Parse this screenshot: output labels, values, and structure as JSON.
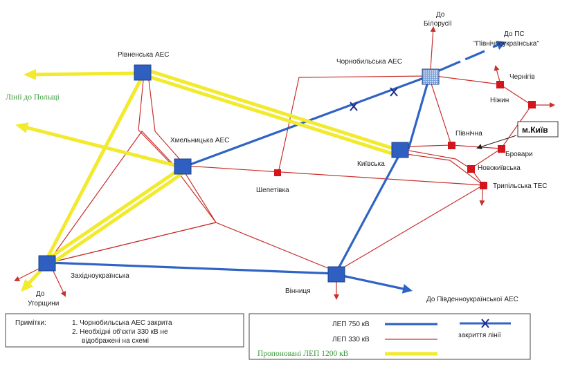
{
  "colors": {
    "line_750": "#2f63c4",
    "line_330": "#c8302c",
    "line_1200": "#f2ea2c",
    "node_main": "#2f5fc0",
    "node_330": "#d4161c",
    "closure_mark": "#1a2a8a",
    "text_green": "#3a9a3a"
  },
  "labels": {
    "rivne": "Рівненська АЕС",
    "lines_poland": "Лінії до Польщі",
    "khmelnytska": "Хмельницька АЕС",
    "chornobyl": "Чорнобильська АЕС",
    "to_belarus_1": "До",
    "to_belarus_2": "Білорусії",
    "to_ps_1": "До ПС",
    "to_ps_2": "\"Північноукраїнська\"",
    "chernihiv": "Чернігів",
    "nizhyn": "Ніжин",
    "pivnichna": "Північна",
    "kyiv_city": "м.Київ",
    "kyivska": "Київська",
    "brovary": "Бровари",
    "novokyivska": "Новокиївська",
    "tripilska": "Трипільська ТЕС",
    "shepetivka": "Шепетівка",
    "zakhidnoukrainska": "Західноукраїнська",
    "to_hungary_1": "До",
    "to_hungary_2": "Угорщини",
    "vinnytsia": "Вінниця",
    "to_south_ukraine": "До Південноукраїнської АЕС"
  },
  "notes": {
    "title": "Примітки:",
    "item1": "1. Чорнобильська АЕС закрита",
    "item2a": "2. Необхідні об'єкти 330 кВ не",
    "item2b": "відображені на схемі"
  },
  "legend": {
    "line_750": "ЛЕП 750 кВ",
    "line_330": "ЛЕП 330 кВ",
    "line_1200": "Пропоновані ЛЕП 1200 кВ",
    "closure": "закриття лінії"
  }
}
